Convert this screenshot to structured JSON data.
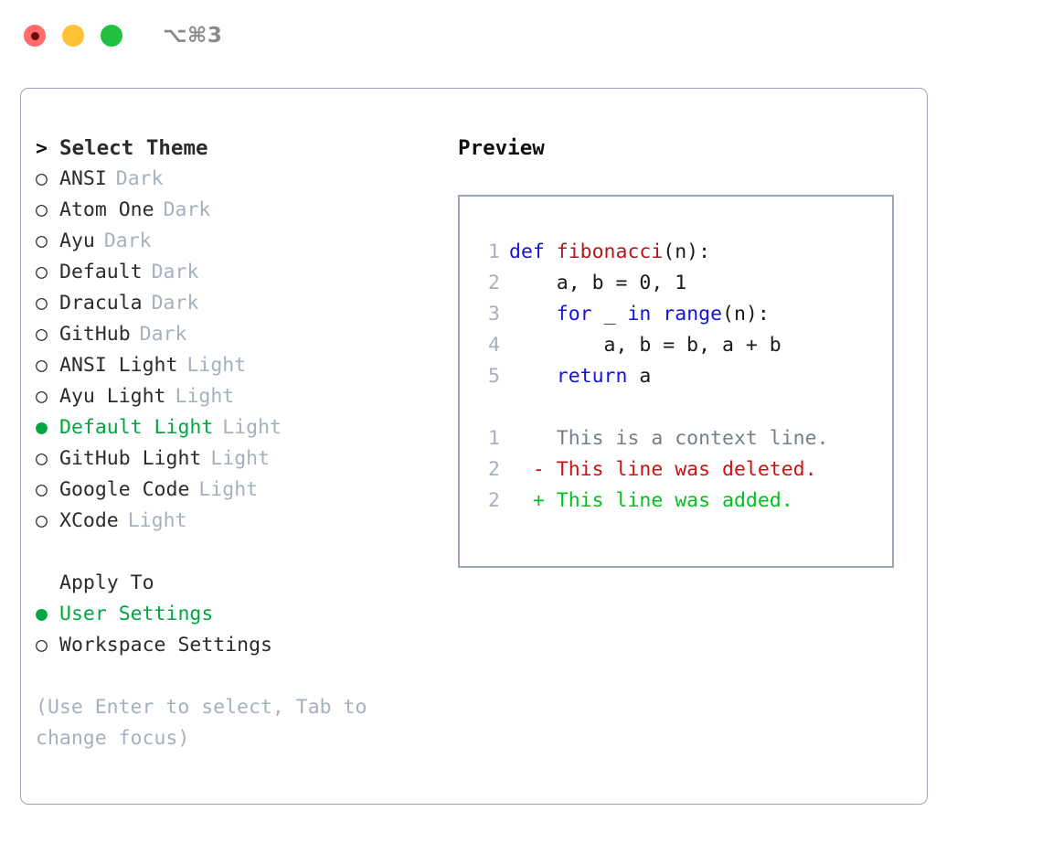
{
  "titlebar": {
    "shortcut": "⌥⌘3",
    "lights": [
      {
        "name": "close",
        "color": "#ff6b6b"
      },
      {
        "name": "minimize",
        "color": "#ffc234"
      },
      {
        "name": "maximize",
        "color": "#22c03f"
      }
    ]
  },
  "colors": {
    "selected_green": "#00a63f",
    "muted_gray": "#a7b0bd",
    "border": "#9aa5b5",
    "keyword_blue": "#1414e0",
    "function_red": "#b01919",
    "diff_add": "#00c21e",
    "diff_del": "#cc1111"
  },
  "theme_list": {
    "header": "Select Theme",
    "header_marker": ">",
    "marker_unselected": "○",
    "marker_selected": "●",
    "items": [
      {
        "name": "ANSI",
        "mode": "Dark",
        "selected": false
      },
      {
        "name": "Atom One",
        "mode": "Dark",
        "selected": false
      },
      {
        "name": "Ayu",
        "mode": "Dark",
        "selected": false
      },
      {
        "name": "Default",
        "mode": "Dark",
        "selected": false
      },
      {
        "name": "Dracula",
        "mode": "Dark",
        "selected": false
      },
      {
        "name": "GitHub",
        "mode": "Dark",
        "selected": false
      },
      {
        "name": "ANSI Light",
        "mode": "Light",
        "selected": false
      },
      {
        "name": "Ayu Light",
        "mode": "Light",
        "selected": false
      },
      {
        "name": "Default Light",
        "mode": "Light",
        "selected": true
      },
      {
        "name": "GitHub Light",
        "mode": "Light",
        "selected": false
      },
      {
        "name": "Google Code",
        "mode": "Light",
        "selected": false
      },
      {
        "name": "XCode",
        "mode": "Light",
        "selected": false
      }
    ]
  },
  "apply_to": {
    "header": "Apply To",
    "items": [
      {
        "name": "User Settings",
        "selected": true
      },
      {
        "name": "Workspace Settings",
        "selected": false
      }
    ]
  },
  "hint": "(Use Enter to select, Tab to change focus)",
  "preview": {
    "title": "Preview",
    "code_lines": [
      {
        "n": "1",
        "tokens": [
          {
            "t": "def ",
            "k": "kw"
          },
          {
            "t": "fibonacci",
            "k": "fn"
          },
          {
            "t": "(n):",
            "k": "plain"
          }
        ]
      },
      {
        "n": "2",
        "tokens": [
          {
            "t": "    a, b = 0, 1",
            "k": "plain"
          }
        ]
      },
      {
        "n": "3",
        "tokens": [
          {
            "t": "    ",
            "k": "plain"
          },
          {
            "t": "for",
            "k": "kw"
          },
          {
            "t": " _ ",
            "k": "plain"
          },
          {
            "t": "in range",
            "k": "kw"
          },
          {
            "t": "(n):",
            "k": "plain"
          }
        ]
      },
      {
        "n": "4",
        "tokens": [
          {
            "t": "        a, b = b, a + b",
            "k": "plain"
          }
        ]
      },
      {
        "n": "5",
        "tokens": [
          {
            "t": "    ",
            "k": "plain"
          },
          {
            "t": "return",
            "k": "kw"
          },
          {
            "t": " a",
            "k": "plain"
          }
        ]
      }
    ],
    "diff_lines": [
      {
        "n": "1",
        "sign": " ",
        "text": "This is a context line.",
        "kind": "diff-context"
      },
      {
        "n": "2",
        "sign": "-",
        "text": "This line was deleted.",
        "kind": "diff-del"
      },
      {
        "n": "2",
        "sign": "+",
        "text": "This line was added.",
        "kind": "diff-add"
      }
    ]
  }
}
